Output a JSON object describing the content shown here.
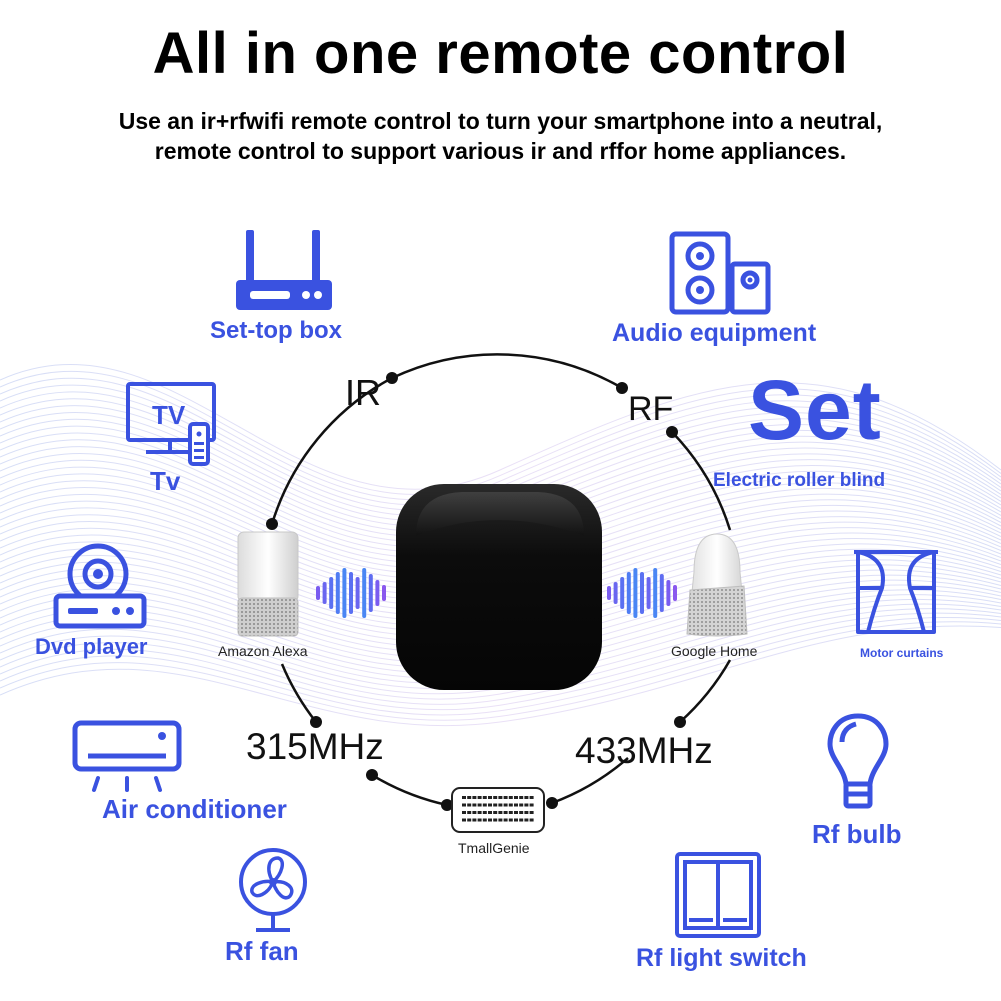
{
  "header": {
    "title": "All in one remote control",
    "subtitle_line1": "Use an ir+rfwifi remote control to turn your smartphone into a neutral,",
    "subtitle_line2": "remote control to support various ir and rffor home appliances."
  },
  "ring": {
    "ir": "IR",
    "rf": "RF",
    "mhz315": "315MHz",
    "mhz433": "433MHz"
  },
  "voice": {
    "alexa": "Amazon Alexa",
    "google": "Google Home",
    "tmall": "TmallGenie"
  },
  "set_label": "Set",
  "appliances": {
    "settop": "Set-top box",
    "audio": "Audio equipment",
    "tv": "Tv",
    "tv_screen_text": "TV",
    "blind": "Electric roller blind",
    "dvd": "Dvd player",
    "curtains": "Motor curtains",
    "ac": "Air conditioner",
    "bulb": "Rf bulb",
    "fan": "Rf fan",
    "switch": "Rf light switch"
  },
  "colors": {
    "accent": "#3a52e0",
    "ring": "#111111",
    "hub": "#0b0b0b"
  }
}
